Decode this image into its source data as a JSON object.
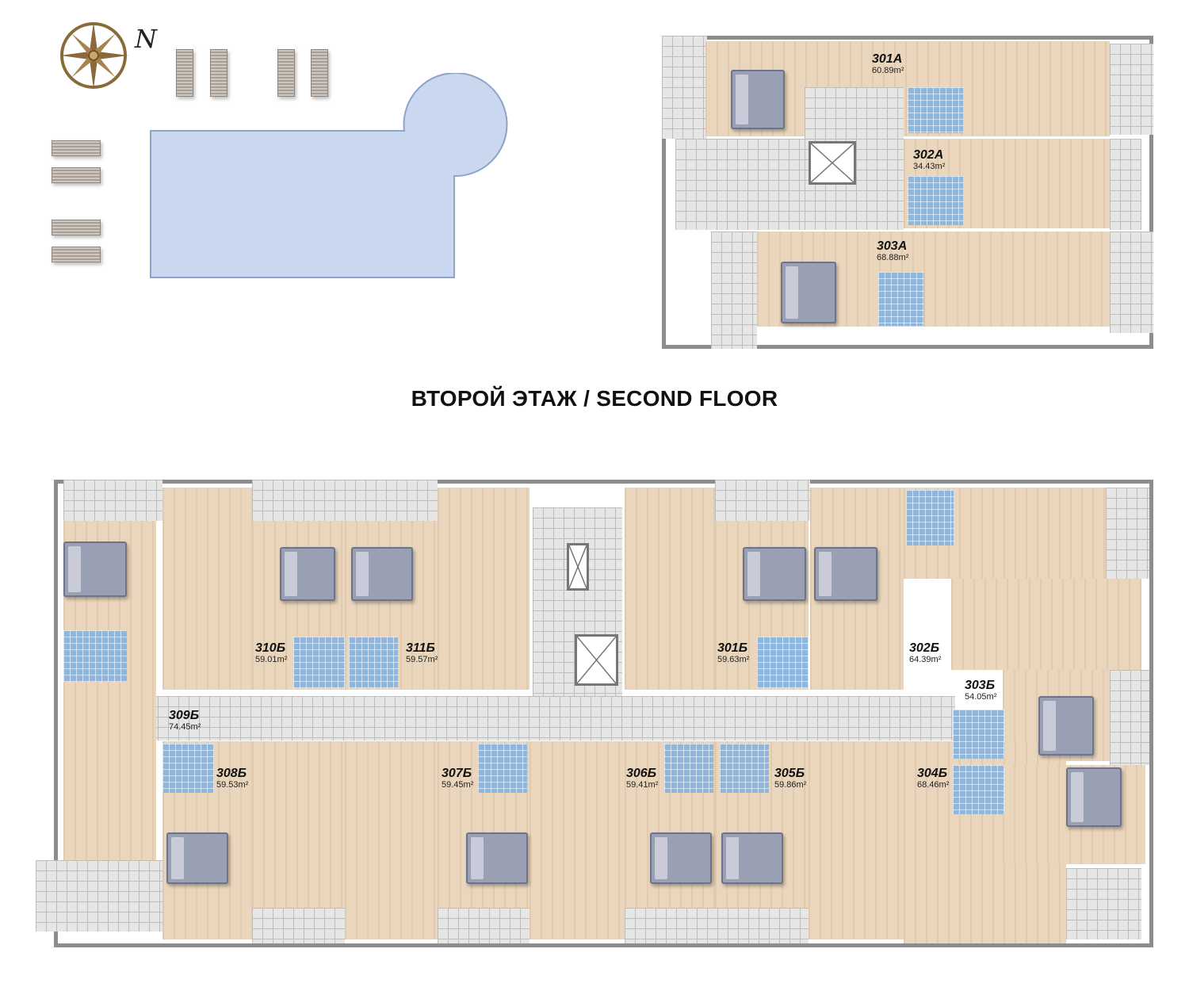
{
  "title": "ВТОРОЙ ЭТАЖ  /  SECOND FLOOR",
  "compass": {
    "north_letter": "N",
    "icon": "compass-rose-icon"
  },
  "upper_block_units": [
    {
      "id": "301A",
      "area": "60.89m²"
    },
    {
      "id": "302A",
      "area": "34.43m²"
    },
    {
      "id": "303A",
      "area": "68.88m²"
    }
  ],
  "lower_block_units": [
    {
      "id": "310Б",
      "area": "59.01m²"
    },
    {
      "id": "311Б",
      "area": "59.57m²"
    },
    {
      "id": "301Б",
      "area": "59.63m²"
    },
    {
      "id": "302Б",
      "area": "64.39m²"
    },
    {
      "id": "303Б",
      "area": "54.05m²"
    },
    {
      "id": "309Б",
      "area": "74.45m²"
    },
    {
      "id": "308Б",
      "area": "59.53m²"
    },
    {
      "id": "307Б",
      "area": "59.45m²"
    },
    {
      "id": "306Б",
      "area": "59.41m²"
    },
    {
      "id": "305Б",
      "area": "59.86m²"
    },
    {
      "id": "304Б",
      "area": "68.46m²"
    }
  ],
  "colors": {
    "pool": "#c9d7ef",
    "wood": "#ead6bc",
    "tile": "#e6e6e6",
    "bath": "#8fb6dc",
    "compass": "#8a6a3a"
  }
}
